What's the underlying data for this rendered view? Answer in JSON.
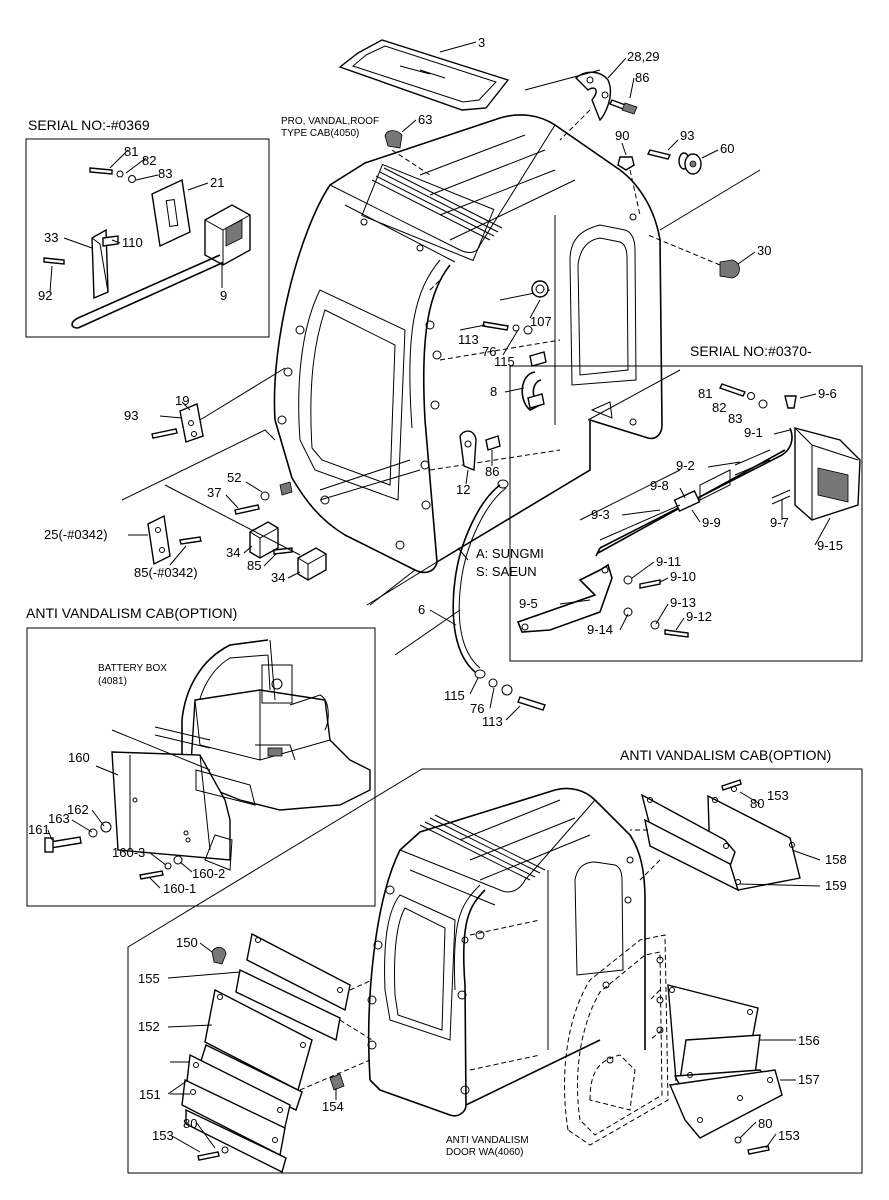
{
  "titles": {
    "serial_old": "SERIAL NO:-#0369",
    "serial_new": "SERIAL NO:#0370-",
    "anti_vandal_left": "ANTI VANDALISM CAB(OPTION)",
    "anti_vandal_right": "ANTI VANDALISM CAB(OPTION)"
  },
  "notes": {
    "roof_cab_1": "PRO, VANDAL,ROOF",
    "roof_cab_2": "TYPE CAB(4050)",
    "battery_1": "BATTERY BOX",
    "battery_2": "(4081)",
    "door_1": "ANTI VANDALISM",
    "door_2": "DOOR WA(4060)",
    "maker_a": "A: SUNGMI",
    "maker_s": "S: SAEUN"
  },
  "labels": {
    "p3": "3",
    "p28_29": "28,29",
    "p86_top": "86",
    "p63": "63",
    "p90": "90",
    "p93_top": "93",
    "p60": "60",
    "p30": "30",
    "p81_a": "81",
    "p82_a": "82",
    "p83_a": "83",
    "p21": "21",
    "p33": "33",
    "p110": "110",
    "p92": "92",
    "p9": "9",
    "p107": "107",
    "p113_a": "113",
    "p76_a": "76",
    "p115_a": "115",
    "p8": "8",
    "p93_left": "93",
    "p19": "19",
    "p12": "12",
    "p86_mid": "86",
    "p52": "52",
    "p37": "37",
    "p25": "25(-#0342)",
    "p85a": "85(-#0342)",
    "p34_a": "34",
    "p85b": "85",
    "p34_b": "34",
    "p6": "6",
    "p115_b": "115",
    "p76_b": "76",
    "p113_b": "113",
    "p81_b": "81",
    "p82_b": "82",
    "p83_b": "83",
    "p9_6": "9-6",
    "p9_1": "9-1",
    "p9_2": "9-2",
    "p9_8": "9-8",
    "p9_3": "9-3",
    "p9_9": "9-9",
    "p9_7": "9-7",
    "p9_15": "9-15",
    "p9_11": "9-11",
    "p9_10": "9-10",
    "p9_5": "9-5",
    "p9_13": "9-13",
    "p9_12": "9-12",
    "p9_14": "9-14",
    "p160": "160",
    "p162": "162",
    "p163": "163",
    "p161": "161",
    "p160_3": "160-3",
    "p160_2": "160-2",
    "p160_1": "160-1",
    "p80_a": "80",
    "p153_a": "153",
    "p158": "158",
    "p159": "159",
    "p150": "150",
    "p155": "155",
    "p152": "152",
    "p151": "151",
    "p154": "154",
    "p153_b": "153",
    "p80_b": "80",
    "p156": "156",
    "p157": "157",
    "p80_c": "80",
    "p153_c": "153"
  }
}
